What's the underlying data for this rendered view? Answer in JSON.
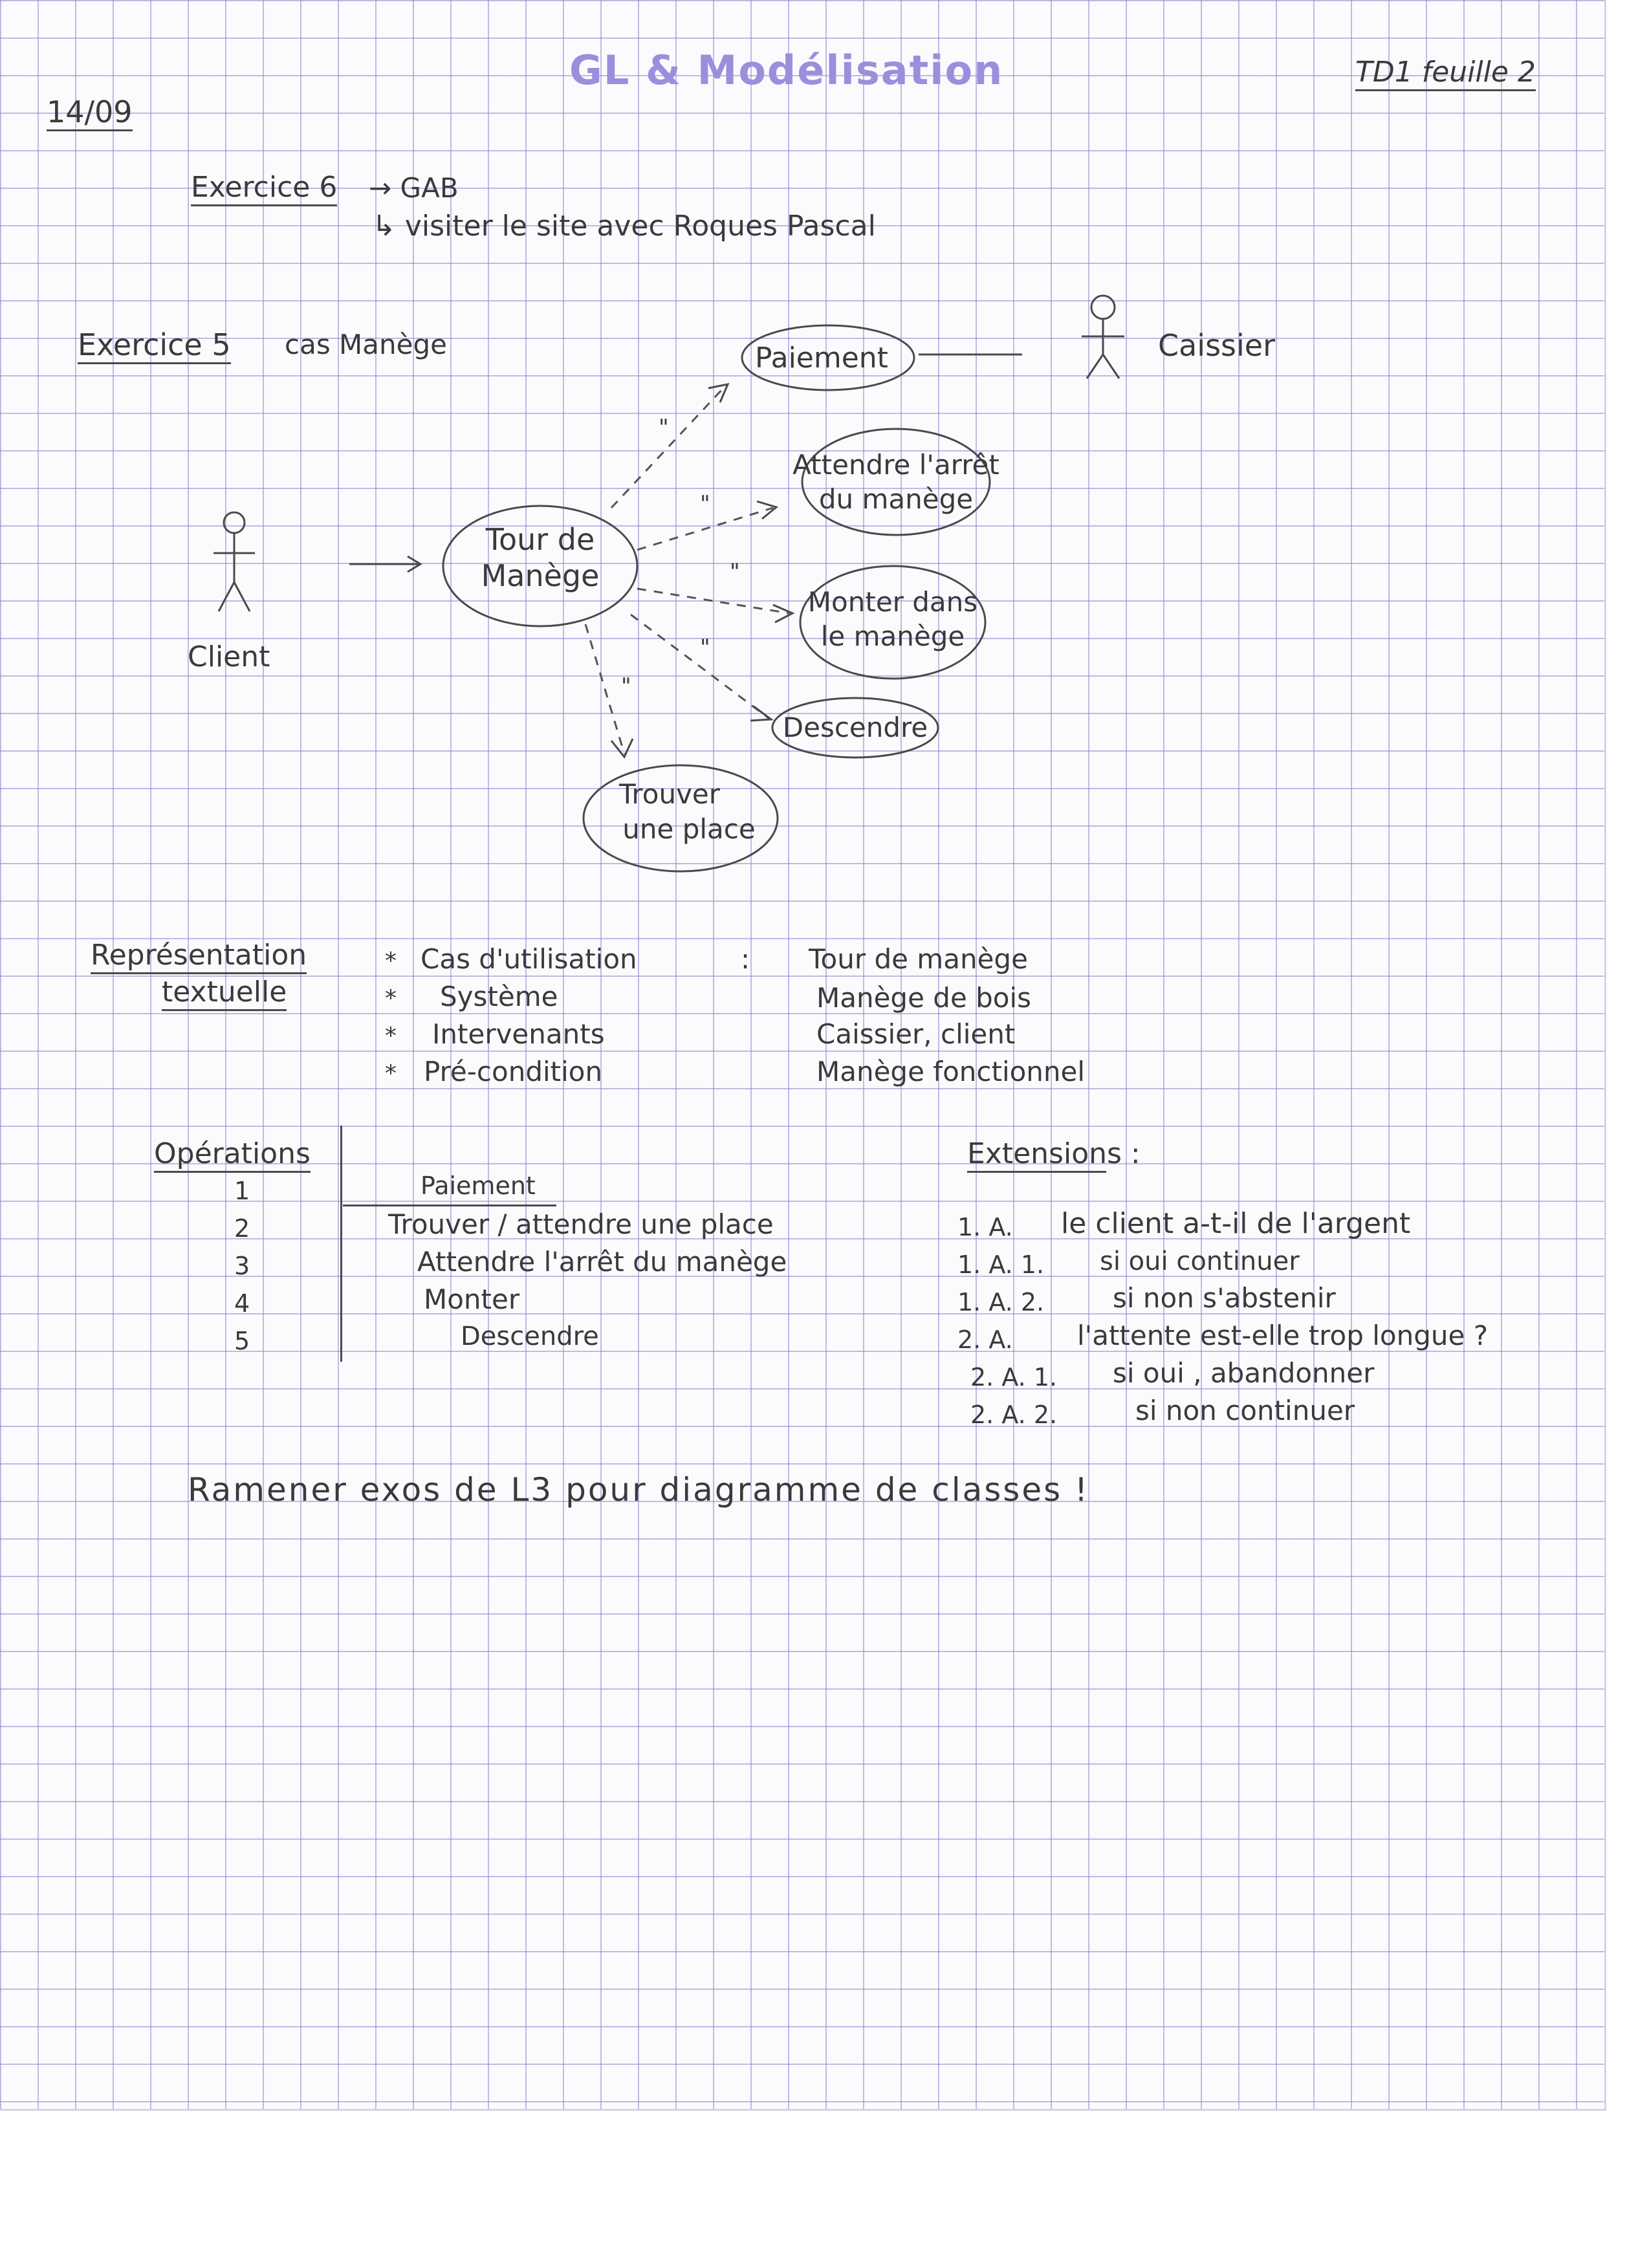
{
  "header": {
    "title": "GL & Modélisation",
    "date": "14/09",
    "sheet": "TD1 feuille 2"
  },
  "exercise6": {
    "label": "Exercice 6",
    "topic": "→ GAB",
    "note": "↳ visiter le site avec Roques Pascal"
  },
  "exercise5": {
    "label": "Exercice 5",
    "topic": "cas Manège"
  },
  "diagram": {
    "actor_client": "Client",
    "actor_cashier": "Caissier",
    "main_use_case": [
      "Tour de",
      "Manège"
    ],
    "use_cases": {
      "payment": [
        "Paiement"
      ],
      "wait_stop": [
        "Attendre l'arrêt",
        "du manège"
      ],
      "climb": [
        "Monter dans",
        "le manège"
      ],
      "descend": [
        "Descendre"
      ],
      "find_place": [
        "Trouver",
        "une place"
      ]
    },
    "stereotype_mark": "\""
  },
  "textual": {
    "heading_line1": "Représentation",
    "heading_line2": "textuelle",
    "rows": [
      {
        "bullet": "*",
        "label": "Cas d'utilisation",
        "sep": ":",
        "value": "Tour de manège"
      },
      {
        "bullet": "*",
        "label": "Système",
        "sep": "",
        "value": "Manège de bois"
      },
      {
        "bullet": "*",
        "label": "Intervenants",
        "sep": "",
        "value": "Caissier, client"
      },
      {
        "bullet": "*",
        "label": "Pré-condition",
        "sep": "",
        "value": "Manège fonctionnel"
      }
    ]
  },
  "operations": {
    "heading": "Opérations",
    "rows": [
      {
        "num": "1",
        "text": "Paiement"
      },
      {
        "num": "2",
        "text": "Trouver / attendre une place"
      },
      {
        "num": "3",
        "text": "Attendre l'arrêt du manège"
      },
      {
        "num": "4",
        "text": "Monter"
      },
      {
        "num": "5",
        "text": "Descendre"
      }
    ]
  },
  "extensions": {
    "heading": "Extensions :",
    "rows": [
      {
        "code": "1. A.",
        "text": "le client a-t-il de l'argent"
      },
      {
        "code": "1. A. 1.",
        "text": "si oui continuer"
      },
      {
        "code": "1. A. 2.",
        "text": "si non s'abstenir"
      },
      {
        "code": "2. A.",
        "text": "l'attente est-elle trop longue ?"
      },
      {
        "code": "2. A. 1.",
        "text": "si oui , abandonner"
      },
      {
        "code": "2. A. 2.",
        "text": "si non continuer"
      }
    ]
  },
  "reminder": "Ramener exos de L3 pour diagramme de classes !",
  "colors": {
    "grid": "#9682cd",
    "pencil": "#3a3a3a",
    "title_violet": "#9b8fdc"
  }
}
